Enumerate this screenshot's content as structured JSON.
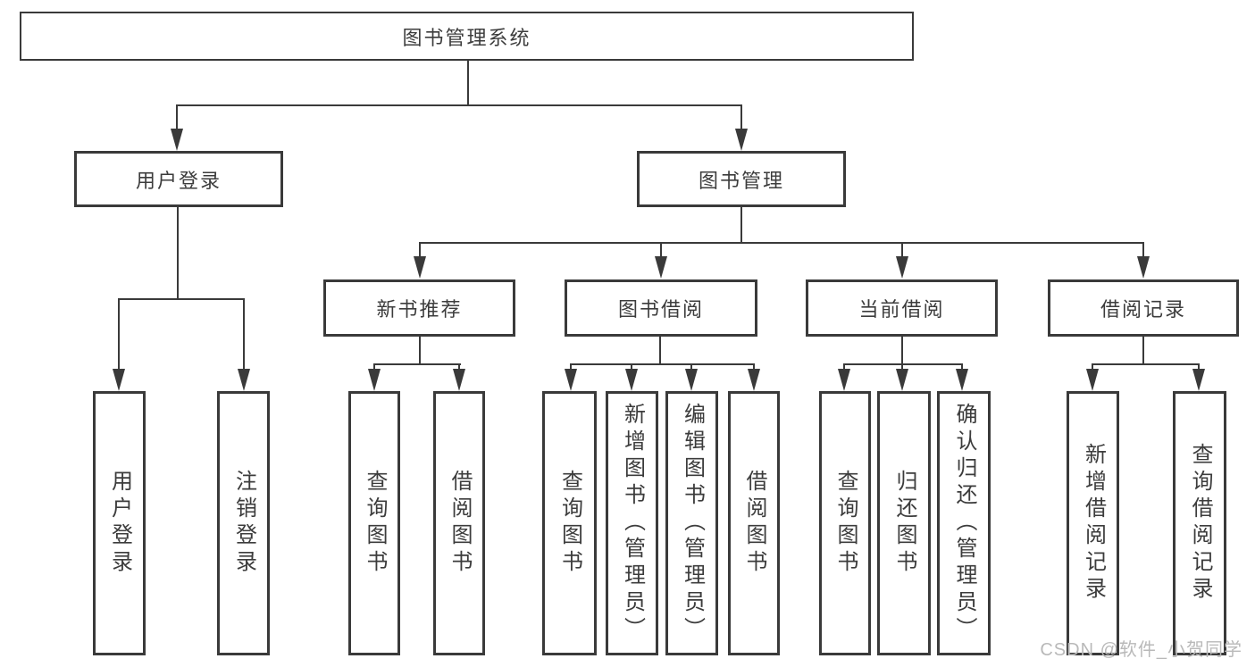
{
  "tree": {
    "root": {
      "label": "图书管理系统"
    },
    "branches": [
      {
        "label": "用户登录",
        "children": [
          {
            "label": "用户登录"
          },
          {
            "label": "注销登录"
          }
        ]
      },
      {
        "label": "图书管理",
        "children": [
          {
            "label": "新书推荐",
            "children": [
              {
                "label": "查询图书"
              },
              {
                "label": "借阅图书"
              }
            ]
          },
          {
            "label": "图书借阅",
            "children": [
              {
                "label": "查询图书"
              },
              {
                "label": "新增图书（管理员）"
              },
              {
                "label": "编辑图书（管理员）"
              },
              {
                "label": "借阅图书"
              }
            ]
          },
          {
            "label": "当前借阅",
            "children": [
              {
                "label": "查询图书"
              },
              {
                "label": "归还图书"
              },
              {
                "label": "确认归还（管理员）"
              }
            ]
          },
          {
            "label": "借阅记录",
            "children": [
              {
                "label": "新增借阅记录"
              },
              {
                "label": "查询借阅记录"
              }
            ]
          }
        ]
      }
    ]
  },
  "watermark": {
    "text": "CSDN @软件_小贺同学"
  },
  "colors": {
    "line": "#3a3a3a",
    "text": "#3c3c3c",
    "box_bg": "#ffffff",
    "watermark": "#b9b9b9"
  }
}
